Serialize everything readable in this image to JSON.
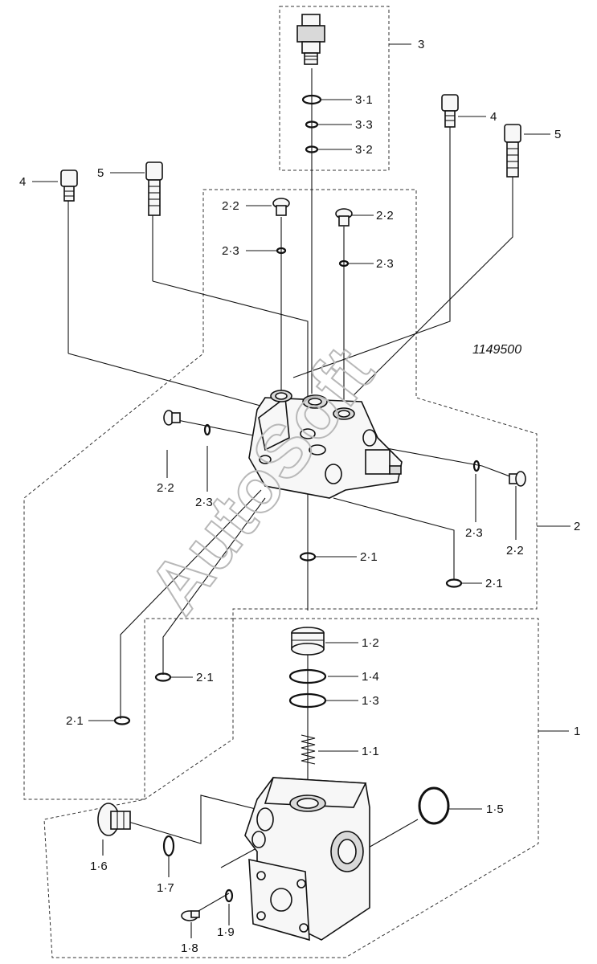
{
  "drawing_number": "1149500",
  "watermark": "AutoSoft",
  "callouts": {
    "c3": "3",
    "c3_1": "3·1",
    "c3_3": "3·3",
    "c3_2": "3·2",
    "c4_left": "4",
    "c5_left": "5",
    "c4_right": "4",
    "c5_right": "5",
    "c2_2_top_left": "2·2",
    "c2_3_top_left": "2·3",
    "c2_2_top_right": "2·2",
    "c2_3_top_right": "2·3",
    "c2_2_side_left": "2·2",
    "c2_3_side_left": "2·3",
    "c2_3_side_right": "2·3",
    "c2_2_side_right": "2·2",
    "c2": "2",
    "c2_1_center": "2·1",
    "c2_1_right": "2·1",
    "c2_1_lower": "2·1",
    "c2_1_left": "2·1",
    "c1_2": "1·2",
    "c1_4": "1·4",
    "c1_3": "1·3",
    "c1_1": "1·1",
    "c1": "1",
    "c1_5": "1·5",
    "c1_6": "1·6",
    "c1_7": "1·7",
    "c1_8": "1·8",
    "c1_9": "1·9"
  }
}
